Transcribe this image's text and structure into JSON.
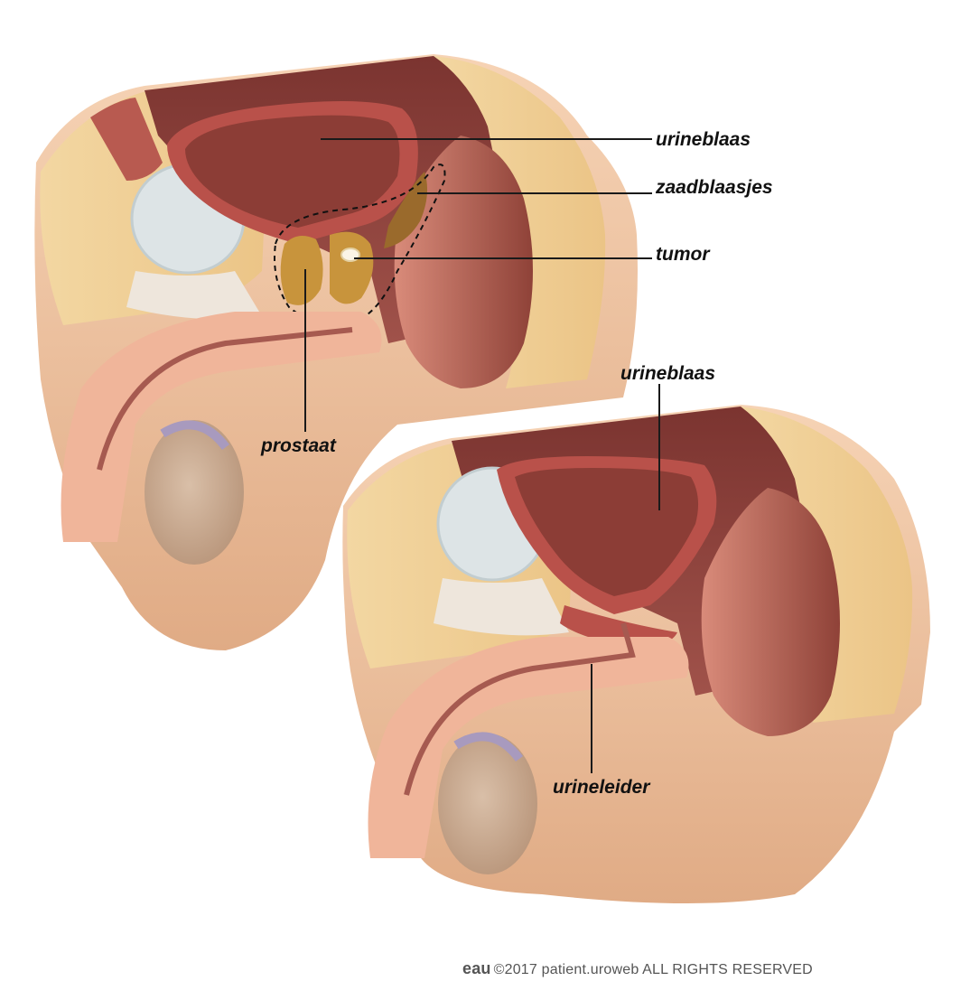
{
  "labels": {
    "top_bladder": "urineblaas",
    "seminal_vesicles": "zaadblaasjes",
    "tumor": "tumor",
    "prostate": "prostaat",
    "bottom_bladder": "urineblaas",
    "urethra": "urineleider"
  },
  "footer": {
    "logo": "eau",
    "text": "©2017 patient.uroweb ALL RIGHTS RESERVED"
  },
  "colors": {
    "skin": "#f3c9a6",
    "fat": "#f1d29b",
    "muscle": "#b84e4a",
    "cavity": "#8a3f3a",
    "prostate": "#c8943c",
    "bone": "#dfe6e8"
  }
}
